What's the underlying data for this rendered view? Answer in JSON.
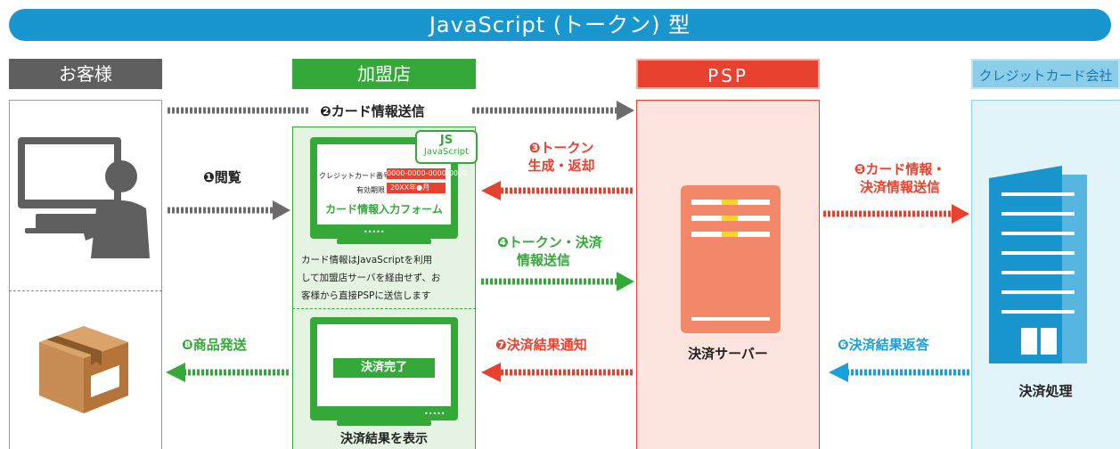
{
  "title": "JavaScript (トークン) 型",
  "columns": {
    "customer": "お客様",
    "merchant": "加盟店",
    "psp": "PSP",
    "card_company": "クレジットカード会社"
  },
  "steps": {
    "s1": "❶閲覧",
    "s2": "❷カード情報送信",
    "s3_line1": "❸トークン",
    "s3_line2": "生成・返却",
    "s4_line1": "❹トークン・決済",
    "s4_line2": "情報送信",
    "s5_line1": "❺カード情報・",
    "s5_line2": "決済情報送信",
    "s6": "❻決済結果返答",
    "s7": "❼決済結果通知",
    "s8": "❽商品発送"
  },
  "js_badge": {
    "line1": "JS",
    "line2": "JavaScript"
  },
  "form": {
    "card_label": "クレジットカード番号",
    "card_value": "0000-0000-0000-0000",
    "expiry_label": "有効期限",
    "expiry_value": "20XX年●月",
    "title": "カード情報入力フォーム",
    "dots": "•••••"
  },
  "merchant_note": {
    "line1": "カード情報はJavaScriptを利用",
    "line2": "して加盟店サーバを経由せず、お",
    "line3": "客様から直接PSPに送信します"
  },
  "complete": {
    "button": "決済完了",
    "dots": "•••••",
    "caption": "決済結果を表示"
  },
  "psp_server_label": "決済サーバー",
  "card_company_label": "決済処理",
  "colors": {
    "title_blue": "#1a96cf",
    "customer_gray": "#5f5f5f",
    "merchant_green": "#35a83a",
    "psp_red": "#e8412f",
    "card_blue": "#8ccde8",
    "arrow_gray": "#6b6b6b",
    "arrow_red": "#e8412f",
    "arrow_green": "#35a83a",
    "arrow_blue": "#1aa0d8"
  }
}
